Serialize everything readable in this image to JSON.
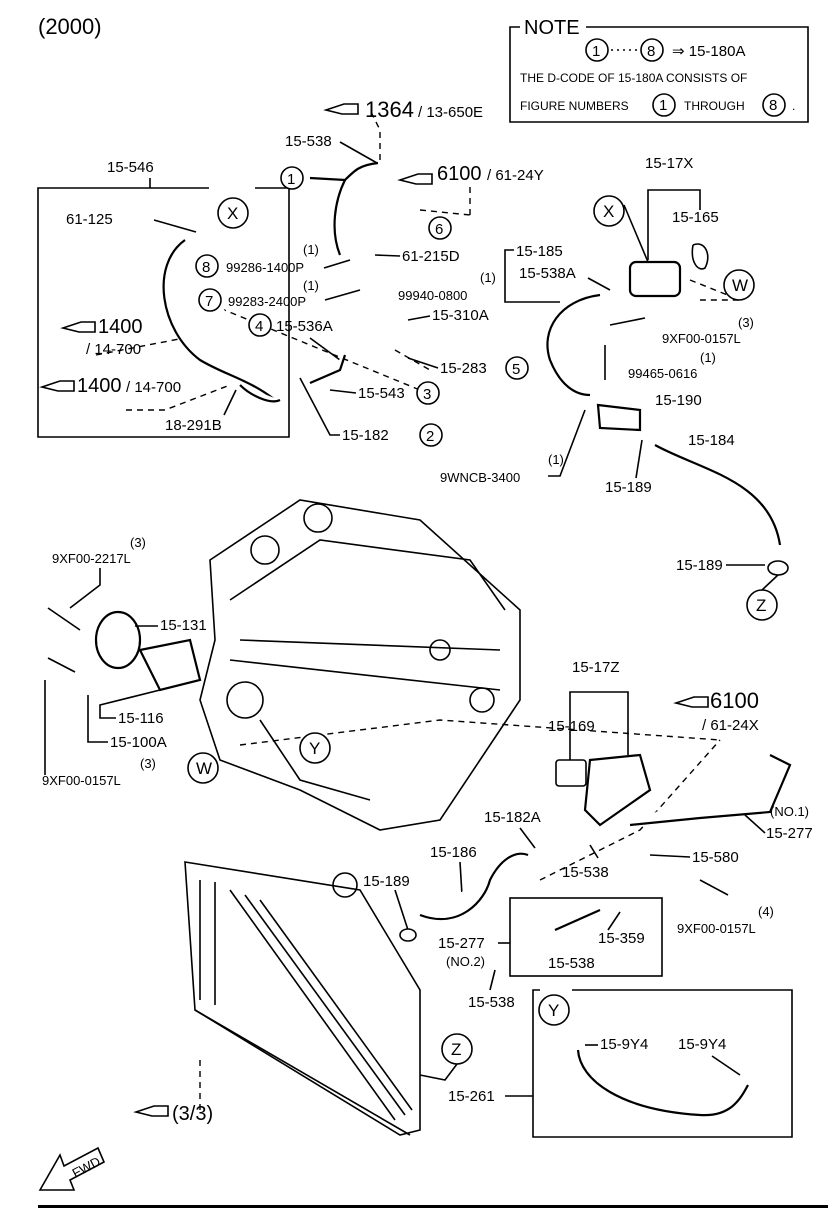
{
  "year": "(2000)",
  "note": {
    "title": "NOTE",
    "range_from": "1",
    "range_to": "8",
    "target": "⇒ 15-180A",
    "line1": "THE D-CODE OF 15-180A CONSISTS OF",
    "line2_a": "FIGURE NUMBERS",
    "line2_b": "THROUGH",
    "line2_end": "."
  },
  "refs": {
    "r1364_big": "1364",
    "r1364_small": "/ 13-650E",
    "r6100_top_big": "6100",
    "r6100_top_small": "/ 61-24Y",
    "r1400a_big": "1400",
    "r1400a_small": "/ 14-700",
    "r1400b_big": "1400",
    "r1400b_small": "/ 14-700",
    "r6100_mid_big": "6100",
    "r6100_mid_small": "/ 61-24X",
    "r33": "(3/3)",
    "fwd": "FWD"
  },
  "parts": {
    "p15_546": "15-546",
    "p61_125": "61-125",
    "p18_291B": "18-291B",
    "p15_538_top": "15-538",
    "p99286": "99286-1400P",
    "p99286_qty": "(1)",
    "p99283": "99283-2400P",
    "p99283_qty": "(1)",
    "p61_215D": "61-215D",
    "p99940": "99940-0800",
    "p15_310A": "15-310A",
    "p15_536A": "15-536A",
    "p15_283": "15-283",
    "p15_543": "15-543",
    "p15_182": "15-182",
    "p15_17X": "15-17X",
    "p15_165": "15-165",
    "p15_185": "15-185",
    "p15_538A": "15-538A",
    "p15_538A_qty": "(1)",
    "p9XF00_0157L_a": "9XF00-0157L",
    "p9XF00_0157L_a_qty": "(3)",
    "p99465": "99465-0616",
    "p99465_qty": "(1)",
    "p15_190": "15-190",
    "p15_184": "15-184",
    "p9WNCB": "9WNCB-3400",
    "p9WNCB_qty": "(1)",
    "p15_189_a": "15-189",
    "p15_189_b": "15-189",
    "p9XF00_2217L": "9XF00-2217L",
    "p9XF00_2217L_qty": "(3)",
    "p15_131": "15-131",
    "p15_116": "15-116",
    "p15_100A": "15-100A",
    "p9XF00_0157L_b": "9XF00-0157L",
    "p9XF00_0157L_b_qty": "(3)",
    "p15_17Z": "15-17Z",
    "p15_169": "15-169",
    "p15_182A": "15-182A",
    "p15_186": "15-186",
    "p15_189_c": "15-189",
    "p15_277_no1": "15-277",
    "p15_277_no1_qty": "(NO.1)",
    "p15_580": "15-580",
    "p15_538_mid": "15-538",
    "p9XF00_0157L_c": "9XF00-0157L",
    "p9XF00_0157L_c_qty": "(4)",
    "p15_359": "15-359",
    "p15_538_box": "15-538",
    "p15_277_no2": "15-277",
    "p15_277_no2_qty": "(NO.2)",
    "p15_538_low": "15-538",
    "p15_9Y4_a": "15-9Y4",
    "p15_9Y4_b": "15-9Y4",
    "p15_261": "15-261"
  },
  "callouts": {
    "c1": "1",
    "c2": "2",
    "c3": "3",
    "c4": "4",
    "c5": "5",
    "c6": "6",
    "c7": "7",
    "c8": "8",
    "X1": "X",
    "X2": "X",
    "W1": "W",
    "W2": "W",
    "Y1": "Y",
    "Y2": "Y",
    "Z1": "Z",
    "Z2": "Z"
  }
}
